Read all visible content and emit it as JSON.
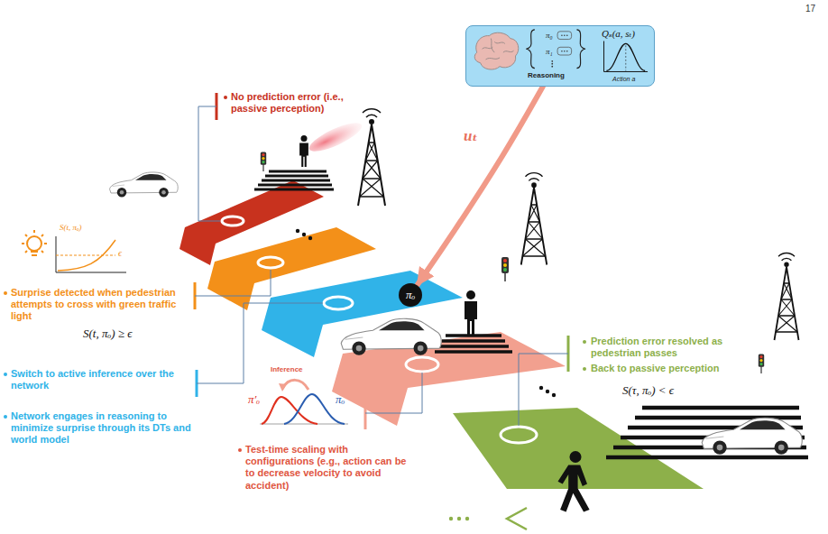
{
  "diagram": {
    "nodes": [
      {
        "text": [
          "Reasoning",
          "π₀",
          "π₁",
          "Qₛ(a, sₜ)",
          "Action a"
        ]
      },
      {
        "text": [
          "πₒ"
        ]
      }
    ],
    "edges": [
      {
        "from": 0,
        "to": 1,
        "arrow": "to",
        "label": "uₜ"
      }
    ],
    "labels": [
      "17",
      "No prediction error (i.e., passive perception)",
      "S(t, πₒ)",
      "ϵ",
      "Surprise detected when pedestrian attempts to cross with green traffic light",
      "S(t, πₒ) ≥ ϵ",
      "Switch to active inference over the network",
      "Network engages in reasoning to minimize surprise through its DTs and world model",
      "Inference",
      "π′ₒ",
      "πₒ",
      "Test-time scaling with configurations (e.g., action can be to decrease velocity to avoid accident)",
      "Prediction error resolved as pedestrian passes",
      "Back to passive perception",
      "S(τ, πₒ) < ϵ"
    ]
  }
}
